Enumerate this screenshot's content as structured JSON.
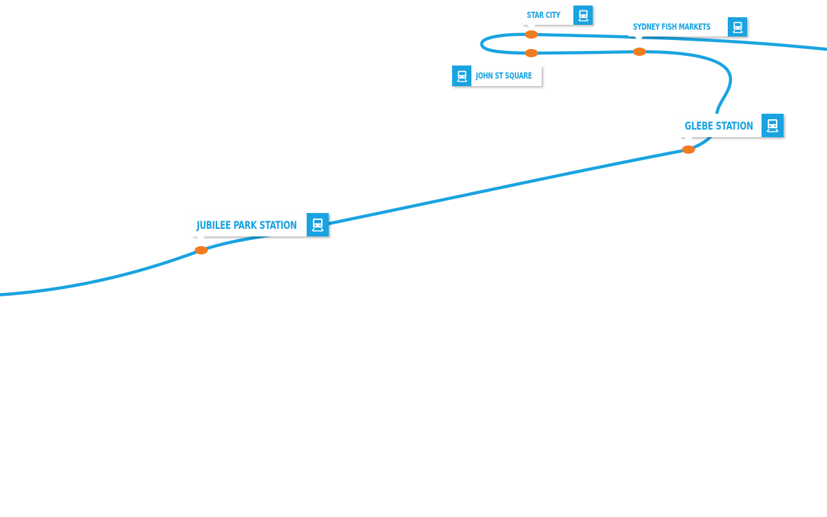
{
  "map": {
    "line_color": "#1aa3e1",
    "station_marker_color": "#f07c22",
    "label_text_color": "#1aa3e1",
    "station_icon": "train-icon",
    "stations": [
      {
        "id": "jubilee-park",
        "name": "Jubilee Park Station"
      },
      {
        "id": "glebe",
        "name": "Glebe Station"
      },
      {
        "id": "john-st-square",
        "name": "John St Square"
      },
      {
        "id": "star-city",
        "name": "Star City"
      },
      {
        "id": "sydney-fish-markets",
        "name": "Sydney Fish Markets"
      }
    ]
  }
}
